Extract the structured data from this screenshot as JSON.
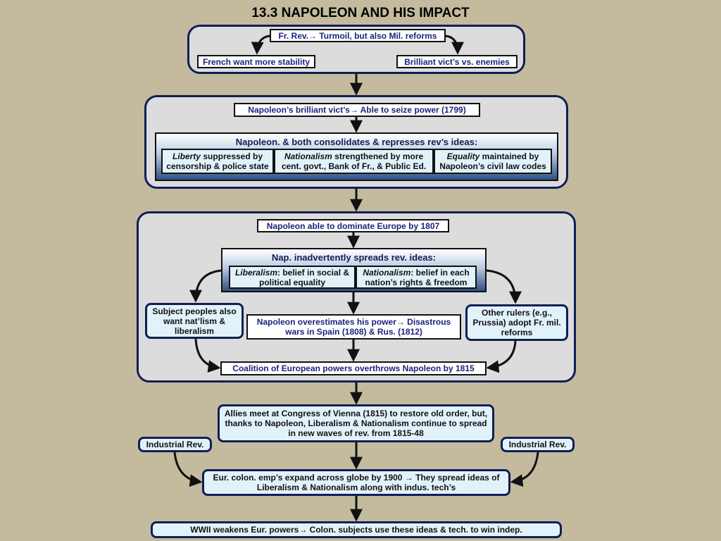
{
  "title": "13.3 NAPOLEON AND HIS IMPACT",
  "section1": {
    "top": "Fr. Rev.→ Turmoil, but also Mil. reforms",
    "left": "French want more stability",
    "right": "Brilliant vict’s vs. enemies"
  },
  "section2": {
    "top": "Napoleon’s brilliant vict’s→ Able to seize power (1799)",
    "panel_title": "Napoleon. & both consolidates & represses rev’s ideas:",
    "cells": [
      {
        "em": "Liberty",
        "rest": " suppressed by censorship & police state"
      },
      {
        "em": "Nationalism",
        "rest": " strengthened by more cent. govt., Bank of Fr., & Public Ed."
      },
      {
        "em": "Equality",
        "rest": " maintained by Napoleon’s civil law codes"
      }
    ]
  },
  "section3": {
    "top": "Napoleon able to dominate Europe by 1807",
    "panel_title": "Nap. inadvertently spreads rev. ideas:",
    "cells": [
      {
        "em": "Liberalism",
        "rest": ": belief in social & political equality"
      },
      {
        "em": "Nationalism",
        "rest": ": belief in each nation’s rights & freedom"
      }
    ],
    "left": "Subject peoples also want nat’lism & liberalism",
    "middle": "Napoleon overestimates his power→ Disastrous wars in Spain (1808) & Rus. (1812)",
    "right": "Other rulers (e.g., Prussia) adopt Fr. mil. reforms",
    "bottom": "Coalition of European powers overthrows Napoleon by 1815"
  },
  "section4": {
    "congress": "Allies meet at Congress of Vienna (1815) to restore old order, but, thanks to Napoleon, Liberalism & Nationalism continue to spread in new waves of rev. from 1815-48",
    "ind_left": "Industrial Rev.",
    "ind_right": "Industrial Rev.",
    "colonial": "Eur. colon. emp’s  expand across globe by 1900 → They spread ideas of Liberalism & Nationalism along with indus. tech’s",
    "wwii": "WWII weakens Eur. powers→ Colon. subjects use these ideas & tech. to win indep."
  }
}
